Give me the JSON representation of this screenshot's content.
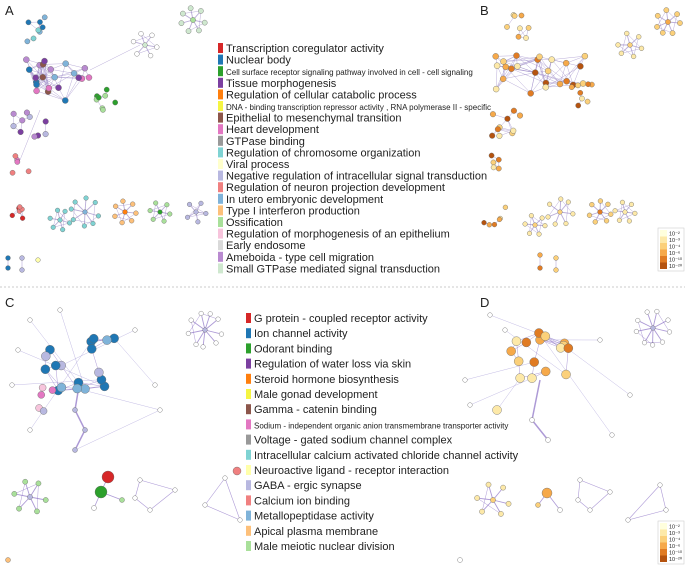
{
  "panels": {
    "A": {
      "letter": "A"
    },
    "B": {
      "letter": "B"
    },
    "C": {
      "letter": "C"
    },
    "D": {
      "letter": "D"
    }
  },
  "legend_top": [
    {
      "text": "Transcription coregulator activity",
      "color": "#d62728"
    },
    {
      "text": "Nuclear body",
      "color": "#1f77b4"
    },
    {
      "text": "Cell surface receptor signaling pathway involved in cell - cell signaling",
      "color": "#2ca02c"
    },
    {
      "text": "Tissue morphogenesis",
      "color": "#7b3fa0"
    },
    {
      "text": "Regulation of cellular catabolic process",
      "color": "#ff7f0e"
    },
    {
      "text": "DNA - binding transcription repressor activity , RNA polymerase II - specific",
      "color": "#f5f542"
    },
    {
      "text": "Epithelial to mesenchymal transition",
      "color": "#8c564b"
    },
    {
      "text": "Heart development",
      "color": "#e377c2"
    },
    {
      "text": "GTPase binding",
      "color": "#999999"
    },
    {
      "text": "Regulation of chromosome organization",
      "color": "#7fd3d3"
    },
    {
      "text": "Viral process",
      "color": "#ffffcc"
    },
    {
      "text": "Negative regulation of intracellular signal transduction",
      "color": "#b8b8e0"
    },
    {
      "text": "Regulation of neuron projection development",
      "color": "#f08080"
    },
    {
      "text": "In utero embryonic development",
      "color": "#7fb3d9"
    },
    {
      "text": "Type I interferon production",
      "color": "#fdc07a"
    },
    {
      "text": "Ossification",
      "color": "#a9e09a"
    },
    {
      "text": "Regulation of morphogenesis of an epithelium",
      "color": "#f7c4dc"
    },
    {
      "text": "Early endosome",
      "color": "#d9d9d9"
    },
    {
      "text": "Ameboida - type cell migration",
      "color": "#b98ad0"
    },
    {
      "text": "Small GTPase mediated signal transduction",
      "color": "#cfe8cf"
    }
  ],
  "legend_bottom": [
    {
      "text": "G protein - coupled receptor activity",
      "color": "#d62728"
    },
    {
      "text": "Ion channel activity",
      "color": "#1f77b4"
    },
    {
      "text": "Odorant binding",
      "color": "#2ca02c"
    },
    {
      "text": "Regulation of water loss via skin",
      "color": "#7b3fa0"
    },
    {
      "text": "Steroid hormone biosynthesis",
      "color": "#ff7f0e"
    },
    {
      "text": "Male gonad development",
      "color": "#f5f542"
    },
    {
      "text": "Gamma - catenin binding",
      "color": "#8c564b"
    },
    {
      "text": "Sodium - independent organic anion transmembrane transporter activity",
      "color": "#e377c2"
    },
    {
      "text": "Voltage - gated sodium channel complex",
      "color": "#999999"
    },
    {
      "text": "Intracellular calcium activated chloride channel activity",
      "color": "#7fd3d3"
    },
    {
      "text": "Neuroactive ligand - receptor interaction",
      "color": "#ffffaa"
    },
    {
      "text": "GABA - ergic synapse",
      "color": "#b8b8e0"
    },
    {
      "text": "Calcium ion binding",
      "color": "#f08080"
    },
    {
      "text": "Metallopeptidase activity",
      "color": "#7fb3d9"
    },
    {
      "text": "Apical plasma membrane",
      "color": "#fdc07a"
    },
    {
      "text": "Male meiotic nuclear division",
      "color": "#a9e09a"
    }
  ],
  "pvalue_scale": {
    "ticks": [
      "10⁻²",
      "10⁻³",
      "10⁻⁴",
      "10⁻⁶",
      "10⁻¹⁰",
      "10⁻²⁰"
    ],
    "colors": [
      "#ffffdd",
      "#fde9a8",
      "#fbd07a",
      "#f6a94a",
      "#e07b23",
      "#b5530f"
    ]
  }
}
